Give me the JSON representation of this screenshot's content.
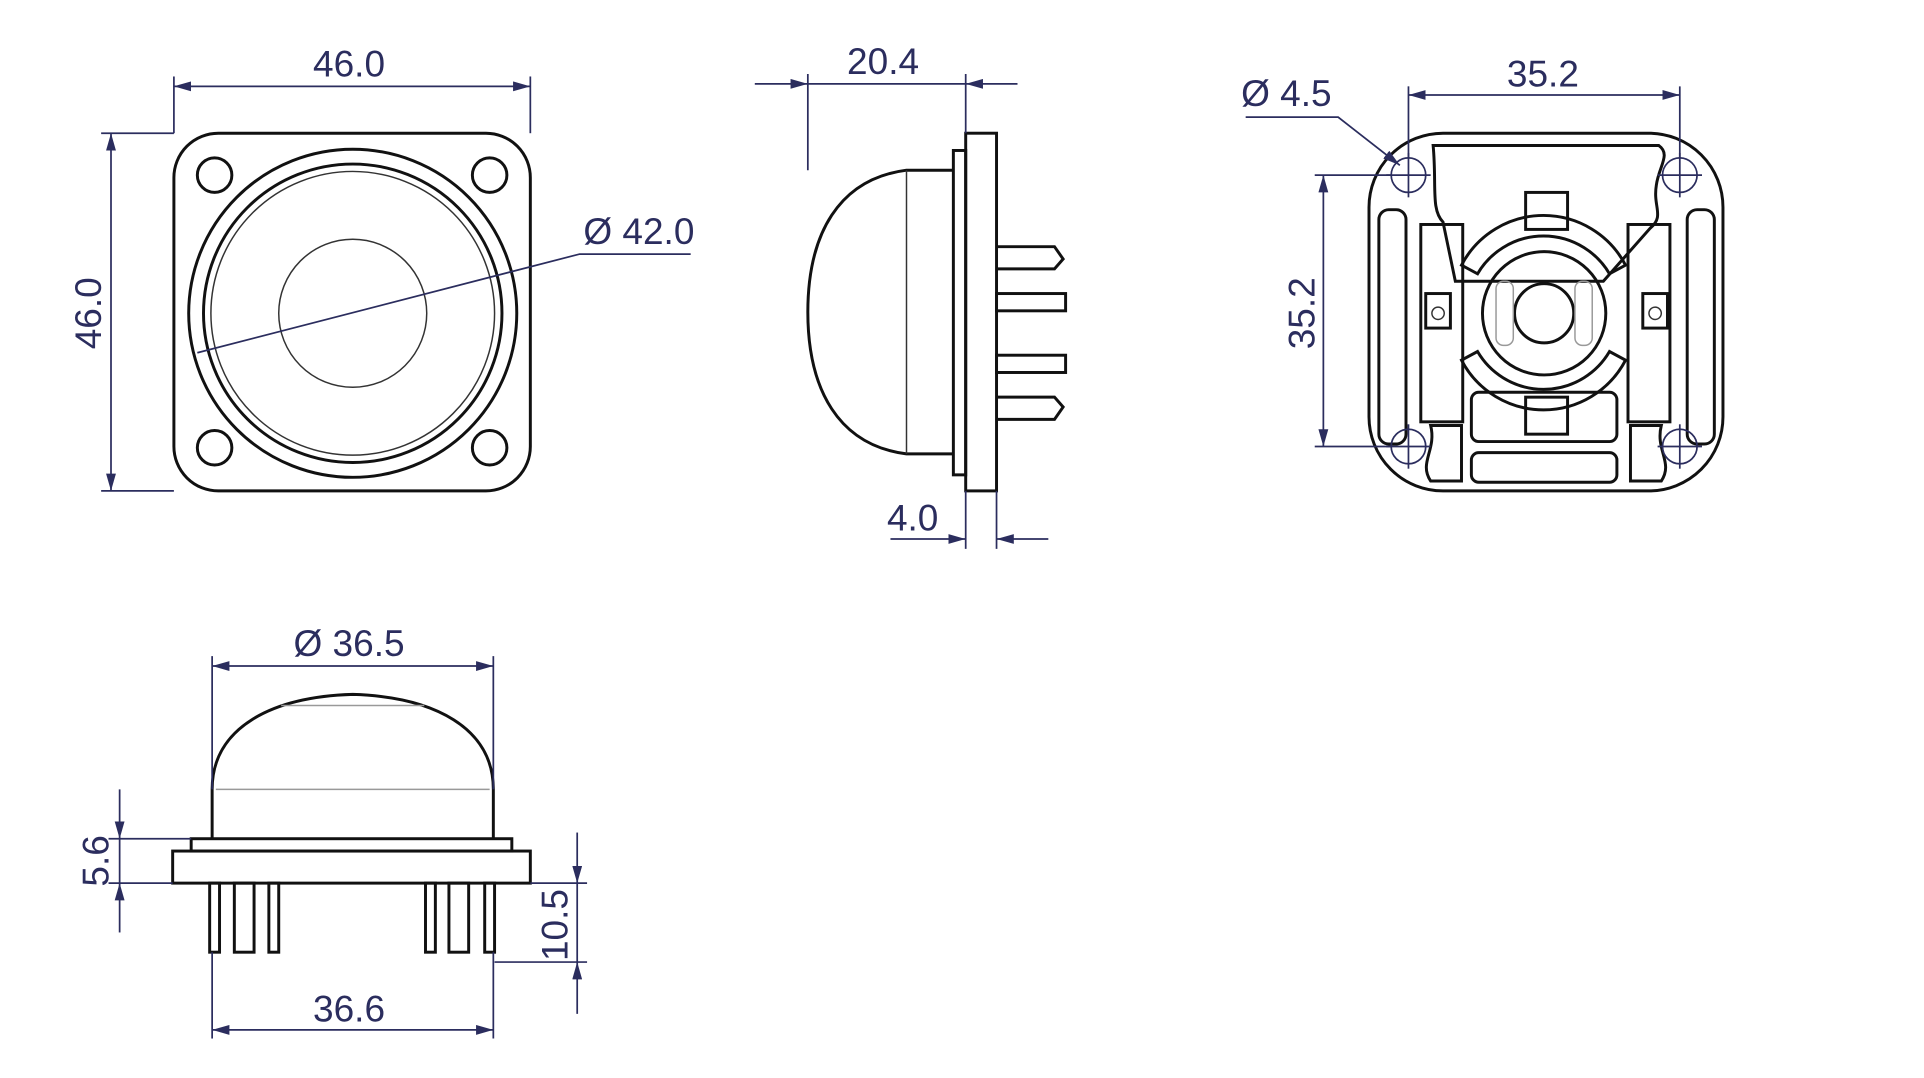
{
  "drawing": {
    "front_view": {
      "width_label": "46.0",
      "height_label": "46.0",
      "lens_diameter_label": "Ø 42.0"
    },
    "side_view": {
      "depth_label": "20.4",
      "flange_label": "4.0"
    },
    "bottom_view": {
      "hole_spacing_x_label": "35.2",
      "hole_spacing_y_label": "35.2",
      "hole_diameter_label": "Ø 4.5"
    },
    "elevation_view": {
      "dome_diameter_label": "Ø 36.5",
      "flange_height_label": "5.6",
      "pin_length_label": "10.5",
      "pin_spacing_label": "36.6"
    },
    "colors": {
      "dimension": "#2b2d5e",
      "outline": "#111111"
    }
  }
}
